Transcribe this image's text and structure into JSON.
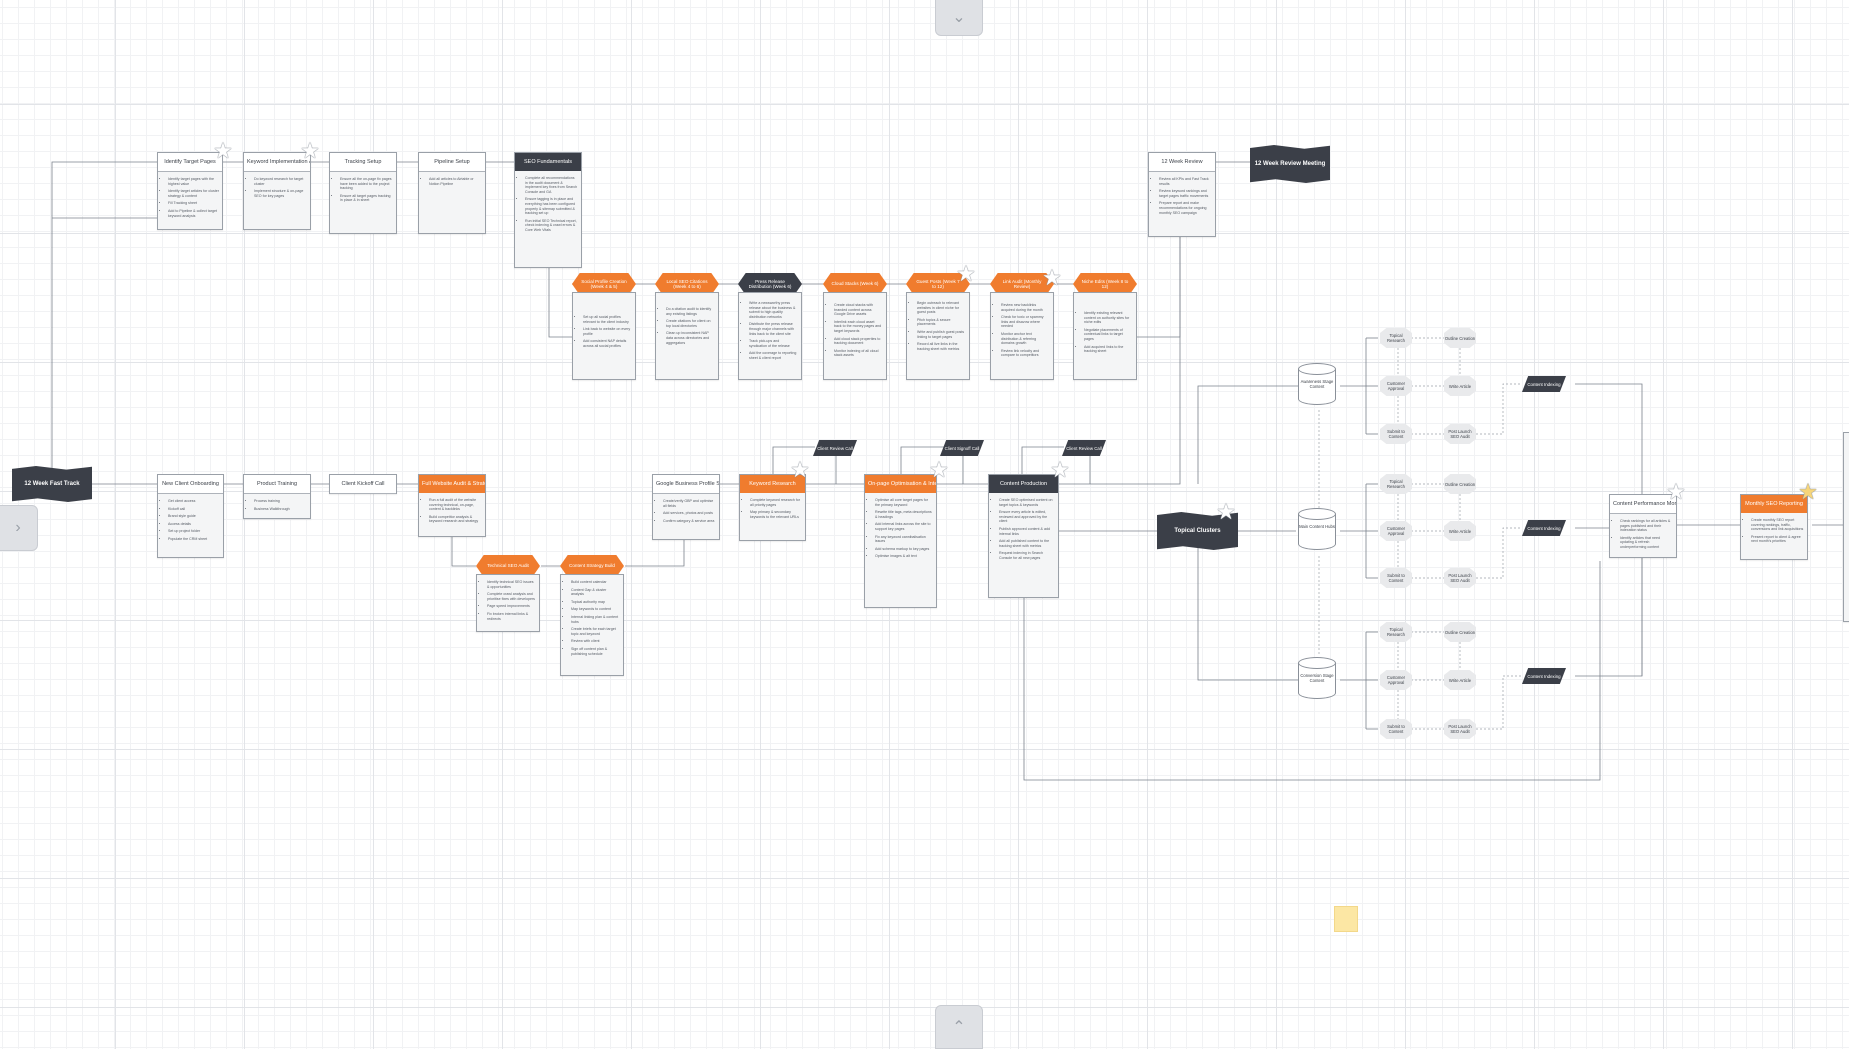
{
  "colors": {
    "orange": "#f07c2e",
    "dark": "#3b3f48",
    "card": "#f4f5f6",
    "wire": "#7b828c"
  },
  "ui": {
    "top_tab_icon": "chevron-down-icon",
    "bottom_tab_icon": "chevron-up-icon",
    "left_tab_icon": "chevron-right-icon"
  },
  "start": {
    "title": "12 Week Fast Track"
  },
  "top_row": [
    {
      "title": "Identify Target Pages",
      "items": [
        "Identify target pages with the highest value",
        "Identify target articles for cluster strategy & content",
        "Fill Tracking sheet",
        "Add to Pipeline & collect target keyword analysis"
      ]
    },
    {
      "title": "Keyword Implementation & Structure Creation",
      "items": [
        "Do keyword research for target cluster",
        "Implement structure & on-page SEO for key pages"
      ]
    },
    {
      "title": "Tracking Setup",
      "items": [
        "Ensure all the on-page fix pages have been added to the project tracking",
        "Ensure all target pages tracking in place & in sheet"
      ]
    },
    {
      "title": "Pipeline Setup",
      "items": [
        "Add all articles to Airtable or Notion Pipeline"
      ]
    },
    {
      "title": "SEO Fundamentals",
      "items": [
        "Complete all recommendations in the audit document & implement key fixes from Search Console and GA",
        "Ensure tagging is in place and everything has been configured properly & sitemap submitted & tracking set up",
        "Run initial SEO Technical report, check indexing & crawl errors & Core Web Vitals"
      ]
    }
  ],
  "hex_row": [
    {
      "label": "Social Profile Creation (Week 4 & 5)",
      "dark": false,
      "items": [
        "Set up all social profiles relevant to the client industry",
        "Link back to website on every profile",
        "Add consistent NAP details across all social profiles"
      ]
    },
    {
      "label": "Local SEO Citations (Week 4 to 6)",
      "dark": false,
      "items": [
        "Do a citation audit to identify any existing listings",
        "Create citations for client on top local directories",
        "Clean up inconsistent NAP data across directories and aggregators"
      ]
    },
    {
      "label": "Press Release Distribution (Week 6)",
      "dark": true,
      "items": [
        "Write a newsworthy press release about the business & submit to high quality distribution networks",
        "Distribute the press release through major channels with links back to the client site",
        "Track pick-ups and syndication of the release",
        "Add the coverage to reporting sheet & client report"
      ]
    },
    {
      "label": "Cloud Stacks (Week 6)",
      "dark": false,
      "items": [
        "Create cloud stacks with branded content across Google Drive assets",
        "Interlink each cloud asset back to the money pages and target keywords",
        "Add cloud stack properties to tracking document",
        "Monitor indexing of all cloud stack assets"
      ]
    },
    {
      "label": "Guest Posts (Week 7 to 12)",
      "dark": false,
      "items": [
        "Begin outreach to relevant websites in client niche for guest posts",
        "Pitch topics & secure placements",
        "Write and publish guest posts linking to target pages",
        "Record all live links in the tracking sheet with metrics"
      ]
    },
    {
      "label": "Link Audit (Monthly Review)",
      "dark": false,
      "items": [
        "Review new backlinks acquired during the month",
        "Check for toxic or spammy links and disavow where needed",
        "Monitor anchor text distribution & referring domains growth",
        "Review link velocity and compare to competitors"
      ]
    },
    {
      "label": "Niche Edits (Week 8 to 12)",
      "dark": false,
      "items": [
        "Identify existing relevant content on authority sites for niche edits",
        "Negotiate placements of contextual links to target pages",
        "Add acquired links to the tracking sheet"
      ]
    }
  ],
  "review12": {
    "title": "12 Week Review",
    "items": [
      "Review all KPIs and Fast Track results",
      "Review keyword rankings and target pages traffic movements",
      "Prepare report and make recommendations for ongoing monthly SEO campaign"
    ]
  },
  "review_flag": {
    "title": "12 Week Review Meeting"
  },
  "bottom": {
    "onboarding": {
      "title": "New Client Onboarding",
      "items": [
        "Get client access",
        "Kickoff call",
        "Brand style guide",
        "Access details",
        "Set up project folder",
        "Populate the CRM sheet"
      ]
    },
    "product_training": {
      "title": "Product Training",
      "items": [
        "Process training",
        "Business Walkthrough"
      ]
    },
    "kickoff": {
      "title": "Client Kickoff Call"
    },
    "audit": {
      "title": "Full Website Audit & Strategy",
      "items": [
        "Run a full audit of the website covering technical, on-page, content & backlinks",
        "Build competitor analysis & keyword research and strategy"
      ]
    },
    "technical": {
      "title": "Technical SEO Audit",
      "items": [
        "Identify technical SEO issues & opportunities",
        "Complete crawl analysis and prioritise fixes with developers",
        "Page speed improvements",
        "Fix broken internal links & redirects"
      ]
    },
    "content_strategy": {
      "title": "Content Strategy Build",
      "items": [
        "Build content calendar",
        "Content Gap & cluster analysis",
        "Topical authority map",
        "Map keywords to content",
        "Internal linking plan & content hubs",
        "Create briefs for each target topic and keyword",
        "Review with client",
        "Sign off content plan & publishing schedule"
      ]
    },
    "gbp": {
      "title": "Google Business Profile Setup",
      "items": [
        "Create/verify GBP and optimise all fields",
        "Add services, photos and posts",
        "Confirm category & service area"
      ]
    },
    "keyword": {
      "title": "Keyword Research",
      "items": [
        "Complete keyword research for all priority pages",
        "Map primary & secondary keywords to the relevant URLs"
      ]
    },
    "onpage": {
      "title": "On-page Optimisation & Internal Linking",
      "items": [
        "Optimise all core target pages for the primary keyword",
        "Rewrite title tags, meta descriptions & headings",
        "Add internal links across the site to support key pages",
        "Fix any keyword cannibalisation issues",
        "Add schema markup to key pages",
        "Optimise images & alt text"
      ]
    },
    "content_prod": {
      "title": "Content Production",
      "items": [
        "Create SEO optimised content on target topics & keywords",
        "Ensure every article is edited, reviewed and approved by the client",
        "Publish approved content & add internal links",
        "Add all published content to the tracking sheet with metrics",
        "Request indexing in Search Console for all new pages"
      ]
    },
    "client_reviews": [
      {
        "label": "Client Review Call"
      },
      {
        "label": "Client Signoff Call"
      },
      {
        "label": "Client Review Call"
      }
    ],
    "topical_flag": {
      "title": "Topical Clusters"
    },
    "clusters": [
      {
        "name": "Awareness Stage Content",
        "nodes": [
          "Topical Research",
          "Outline Creation",
          "Customer Approval",
          "Write Article",
          "Submit to Content",
          "Post Launch SEO Audit"
        ],
        "indexing": "Content Indexing"
      },
      {
        "name": "Main Content Hubs",
        "nodes": [
          "Topical Research",
          "Outline Creation",
          "Customer Approval",
          "Write Article",
          "Submit to Content",
          "Post Launch SEO Audit"
        ],
        "indexing": "Content Indexing"
      },
      {
        "name": "Conversion Stage Content",
        "nodes": [
          "Topical Research",
          "Outline Creation",
          "Customer Approval",
          "Write Article",
          "Submit to Content",
          "Post Launch SEO Audit"
        ],
        "indexing": "Content Indexing"
      }
    ],
    "content_perf": {
      "title": "Content Performance Monitoring (Weekly)",
      "items": [
        "Check rankings for all articles & pages published and their indexation status",
        "Identify articles that need updating & refresh underperforming content"
      ]
    },
    "monthly": {
      "title": "Monthly SEO Reporting",
      "items": [
        "Create monthly SEO report covering rankings, traffic, conversions and link acquisitions",
        "Present report to client & agree next month's priorities"
      ]
    }
  }
}
